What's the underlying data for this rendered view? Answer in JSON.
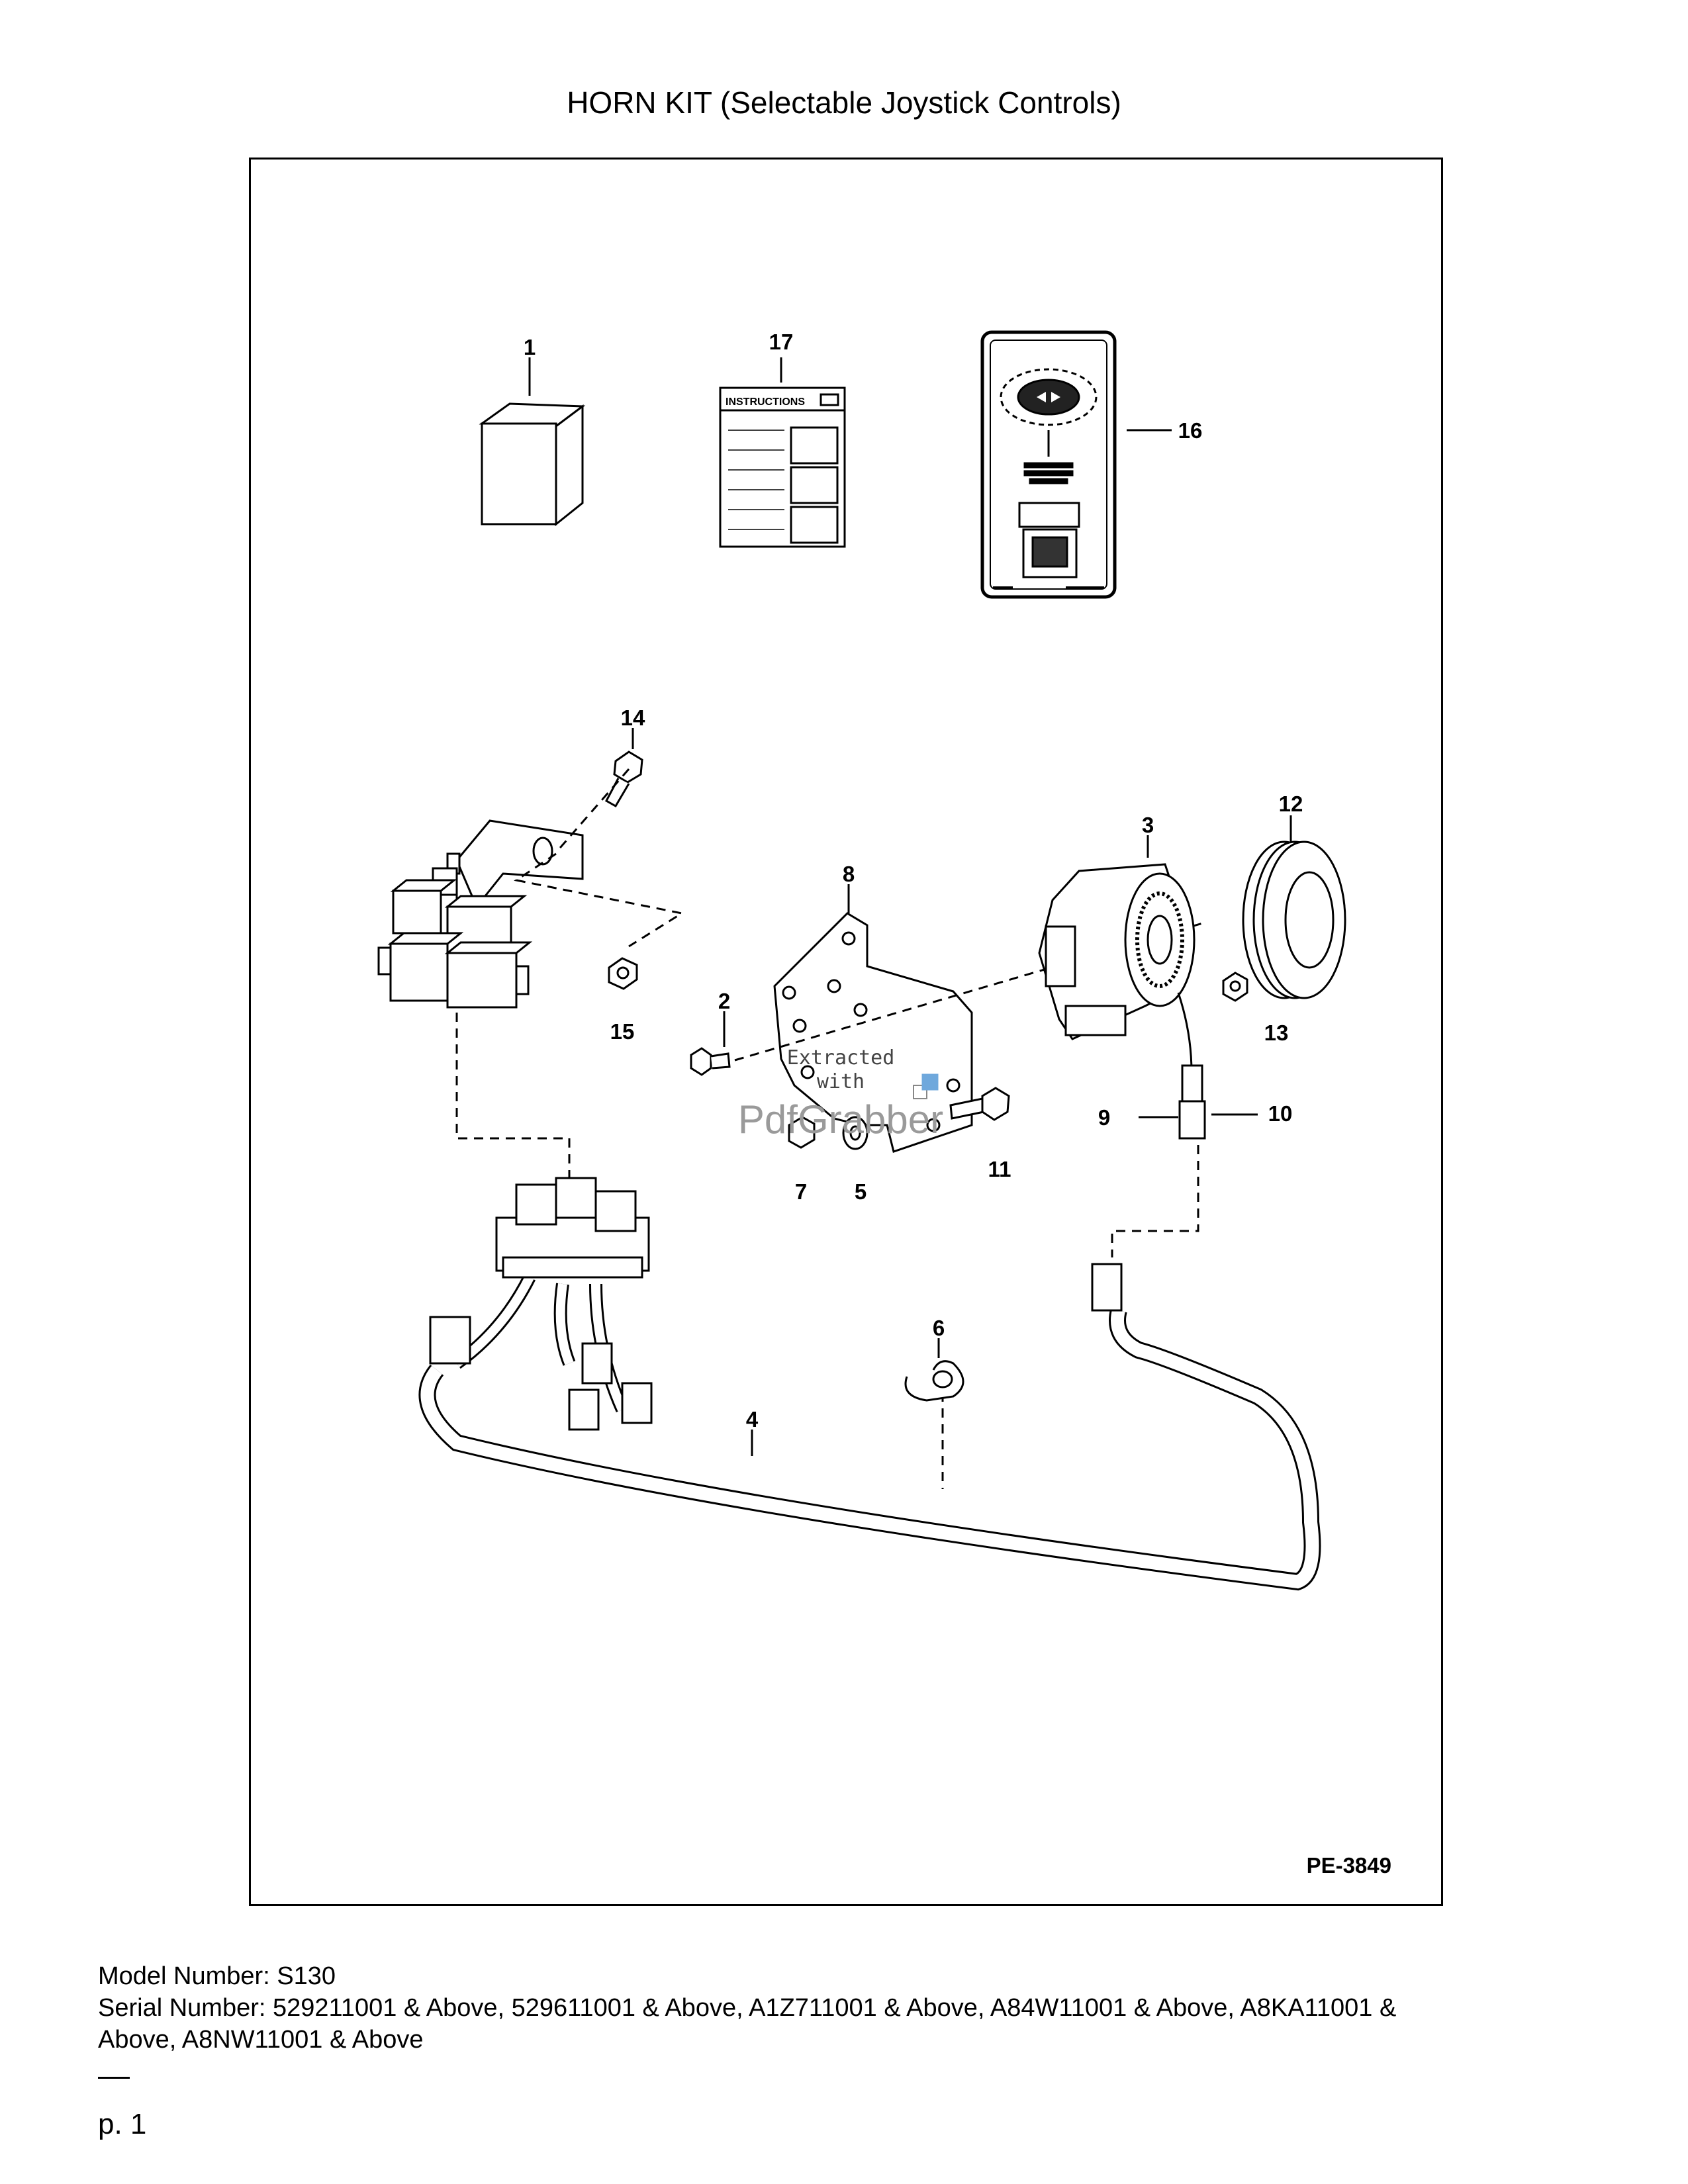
{
  "title": "HORN KIT (Selectable Joystick Controls)",
  "figure": {
    "code": "PE-3849",
    "callouts": [
      "1",
      "2",
      "3",
      "4",
      "5",
      "6",
      "7",
      "8",
      "9",
      "10",
      "11",
      "12",
      "13",
      "14",
      "15",
      "16",
      "17"
    ],
    "instruction_label": "INSTRUCTIONS"
  },
  "watermark": {
    "line1": "Extracted",
    "line2": "with",
    "line3": "PdfGrabber"
  },
  "footer": {
    "model": "Model Number: S130",
    "serial": "Serial Number: 529211001 & Above, 529611001 & Above, A1Z711001 & Above, A84W11001 & Above, A8KA11001 &",
    "serial_cont": "Above, A8NW11001 & Above"
  },
  "page": "p. 1"
}
